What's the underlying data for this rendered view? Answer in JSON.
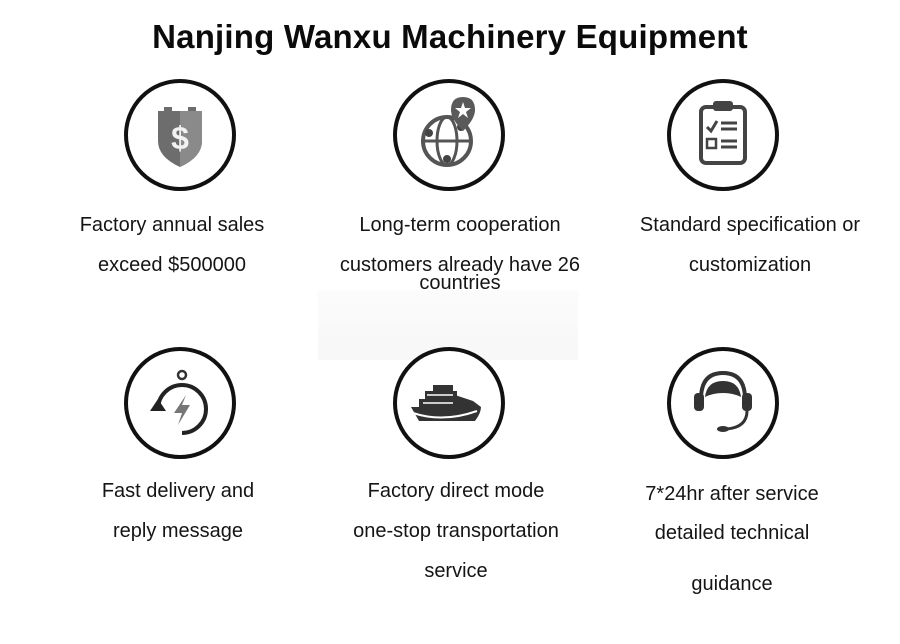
{
  "title": "Nanjing Wanxu Machinery Equipment",
  "features": [
    {
      "icon": "dollar-shield-icon",
      "lines": [
        "Factory annual sales",
        "exceed $500000"
      ]
    },
    {
      "icon": "globe-location-icon",
      "lines": [
        "Long-term cooperation",
        "customers already have 26",
        "countries"
      ]
    },
    {
      "icon": "clipboard-checklist-icon",
      "lines": [
        "Standard specification or",
        "customization"
      ]
    },
    {
      "icon": "stopwatch-lightning-icon",
      "lines": [
        "Fast delivery and",
        "reply message"
      ]
    },
    {
      "icon": "cargo-ship-icon",
      "lines": [
        "Factory direct mode",
        "one-stop transportation",
        "service"
      ]
    },
    {
      "icon": "headset-support-icon",
      "lines": [
        "7*24hr after service",
        "detailed technical",
        "guidance"
      ]
    }
  ]
}
